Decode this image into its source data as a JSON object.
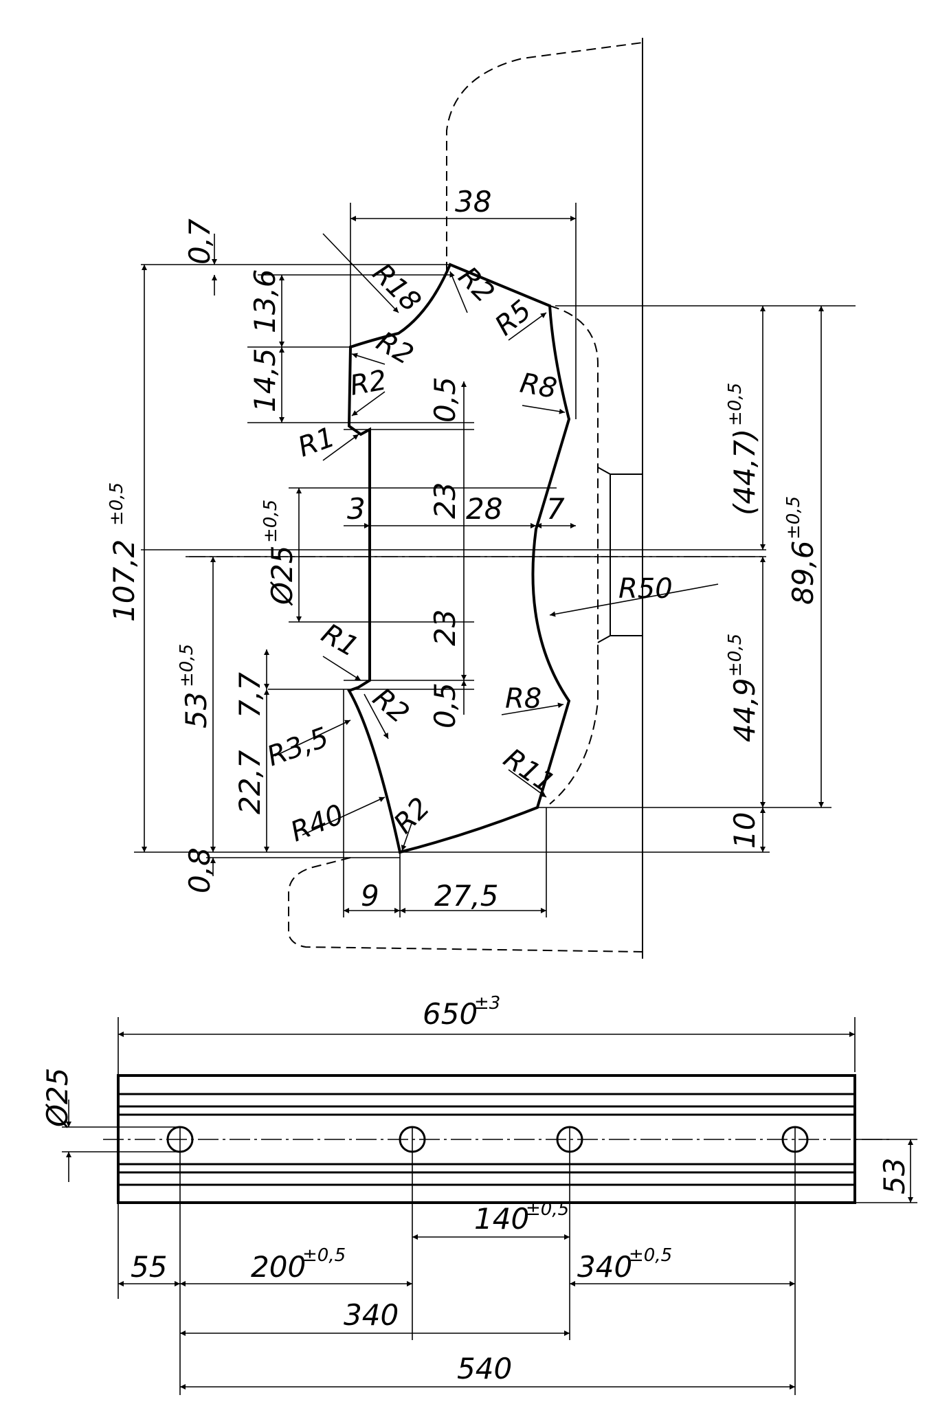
{
  "profile_view": {
    "top_width": "38",
    "offset_top": "0,7",
    "h_13_6": "13,6",
    "h_14_5": "14,5",
    "total_height": "107,2",
    "total_height_tol": "±0,5",
    "hole_dia": "Ø25",
    "hole_dia_tol": "±0,5",
    "center_height": "53",
    "center_height_tol": "±0,5",
    "h_7_7": "7,7",
    "h_22_7": "22,7",
    "offset_bottom": "0,8",
    "slot_half_top": "23",
    "slot_half_bottom": "23",
    "gap_top": "0,5",
    "gap_bottom": "0,5",
    "depth_3": "3",
    "depth_28": "28",
    "depth_7": "7",
    "bottom_9": "9",
    "bottom_27_5": "27,5",
    "right_44_7": "(44,7)",
    "right_44_7_tol": "±0,5",
    "right_44_9": "44,9",
    "right_44_9_tol": "±0,5",
    "right_89_6": "89,6",
    "right_89_6_tol": "±0,5",
    "right_10": "10",
    "radii": {
      "r18": "R18",
      "r2_top": "R2",
      "r5": "R5",
      "r2_left_a": "R2",
      "r2_left_b": "R2",
      "r8_top": "R8",
      "r1_top": "R1",
      "r50": "R50",
      "r1_bottom": "R1",
      "r8_bottom": "R8",
      "r2_lower": "R2",
      "r3_5": "R3,5",
      "r11": "R11",
      "r40": "R40",
      "r2_bottom": "R2"
    }
  },
  "plan_view": {
    "length": "650",
    "length_tol": "±3",
    "hole_dia": "Ø25",
    "width_53": "53",
    "d_55": "55",
    "d_200": "200",
    "d_200_tol": "±0,5",
    "d_140": "140",
    "d_140_tol": "±0,5",
    "d_340_a": "340",
    "d_340_a_tol": "±0,5",
    "d_340_b": "340",
    "d_540": "540"
  }
}
